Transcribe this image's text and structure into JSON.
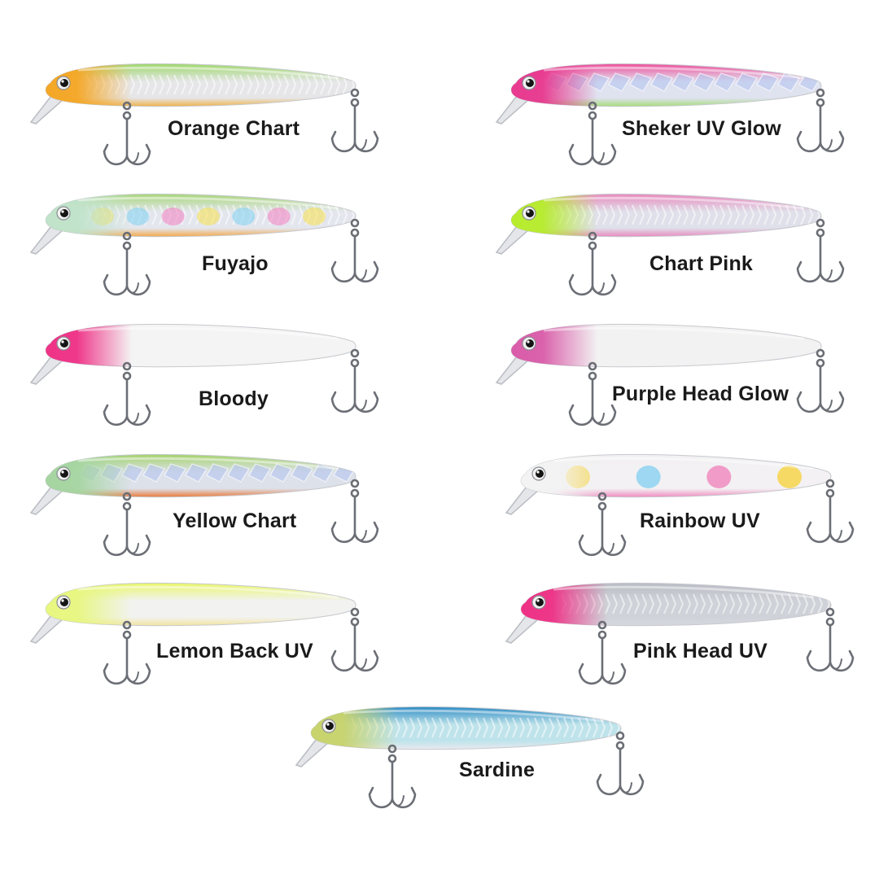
{
  "lures": [
    {
      "name": "Orange Chart",
      "head": "#f5a623",
      "back": "#9fd86b",
      "belly": "#f0b24a",
      "body": "#e6e6e8",
      "pattern": "scales",
      "accents": []
    },
    {
      "name": "Sheker UV Glow",
      "head": "#e8378e",
      "back": "#ee4f9c",
      "belly": "#a7dd7a",
      "body": "#dfe2ef",
      "pattern": "flash",
      "accents": []
    },
    {
      "name": "Fuyajo",
      "head": "#bfe3c9",
      "back": "#a8d679",
      "belly": "#f3a94a",
      "body": "#e4e6ee",
      "pattern": "scales",
      "accents": [
        "#f5e04a",
        "#7ecff0",
        "#f27ec0",
        "#f5e04a",
        "#7ecff0",
        "#f27ec0",
        "#f5e04a"
      ]
    },
    {
      "name": "Chart Pink",
      "head": "#b6ec2a",
      "back": "#e98abe",
      "belly": "#e98abe",
      "body": "#dfe0ea",
      "pattern": "scales",
      "accents": []
    },
    {
      "name": "Bloody",
      "head": "#ef2f85",
      "back": "#f4f4f4",
      "belly": "#f4f4f4",
      "body": "#f4f4f4",
      "pattern": "plain",
      "accents": []
    },
    {
      "name": "Purple Head Glow",
      "head": "#d95aa8",
      "back": "#f2f2f2",
      "belly": "#f2f2f2",
      "body": "#f2f2f2",
      "pattern": "plain",
      "accents": []
    },
    {
      "name": "Yellow Chart",
      "head": "#a5d5a0",
      "back": "#a4d36a",
      "belly": "#ea7a3a",
      "body": "#dde1ea",
      "pattern": "flash",
      "accents": []
    },
    {
      "name": "Rainbow UV",
      "head": "#f3f3f3",
      "back": "#f1f0f2",
      "belly": "#f08cc0",
      "body": "#f3f1f3",
      "pattern": "dots",
      "accents": [
        "#f5d54a",
        "#8ed2f0",
        "#f08cc0",
        "#f5d54a"
      ]
    },
    {
      "name": "Lemon Back UV",
      "head": "#e7f77e",
      "back": "#e9f76a",
      "belly": "#f2e4a0",
      "body": "#f2f2f0",
      "pattern": "plain",
      "accents": []
    },
    {
      "name": "Pink Head UV",
      "head": "#ef2f85",
      "back": "#b9bcc4",
      "belly": "#d6d8de",
      "body": "#cfd2d8",
      "pattern": "scales",
      "accents": []
    },
    {
      "name": "Sardine",
      "head": "#c8d36a",
      "back": "#2d8bc4",
      "belly": "#e8eaf0",
      "body": "#bfe3ea",
      "pattern": "scales",
      "accents": []
    }
  ]
}
